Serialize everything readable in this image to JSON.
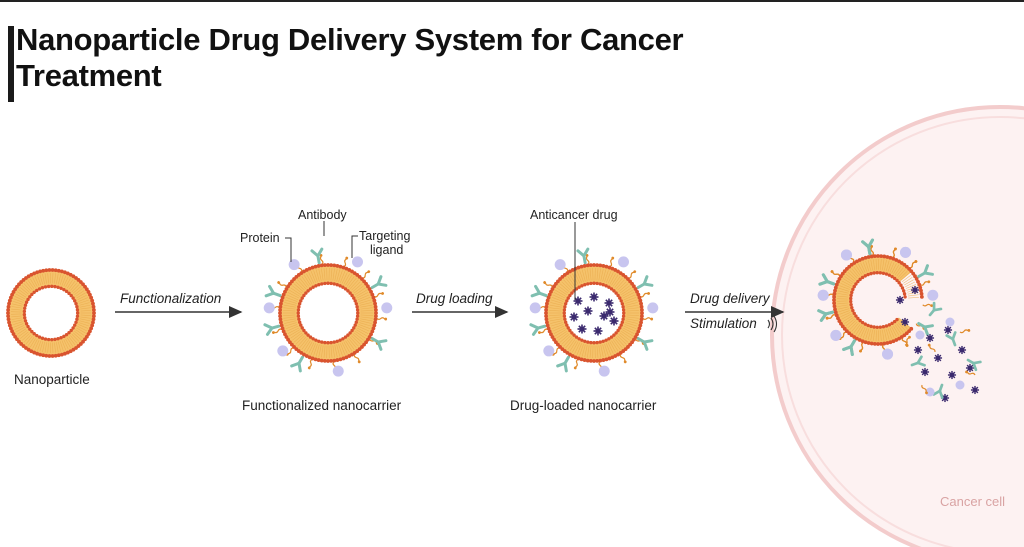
{
  "title": "Nanoparticle Drug Delivery System for Cancer Treatment",
  "stages": {
    "nanoparticle": "Nanoparticle",
    "functionalized": "Functionalized nanocarrier",
    "drug_loaded": "Drug-loaded nanocarrier"
  },
  "steps": {
    "functionalization": "Functionalization",
    "drug_loading": "Drug loading",
    "drug_delivery": "Drug delivery",
    "stimulation": "Stimulation"
  },
  "callouts": {
    "protein": "Protein",
    "antibody": "Antibody",
    "targeting_1": "Targeting",
    "targeting_2": "ligand",
    "anticancer_drug": "Anticancer drug"
  },
  "cancer_cell": "Cancer cell",
  "colors": {
    "membrane": "#f5c26b",
    "head": "#d9542f",
    "antibody": "#7fbfb0",
    "protein": "#c8c5ef",
    "drug": "#3b2a6e",
    "cell_outline": "#f3cccc"
  }
}
